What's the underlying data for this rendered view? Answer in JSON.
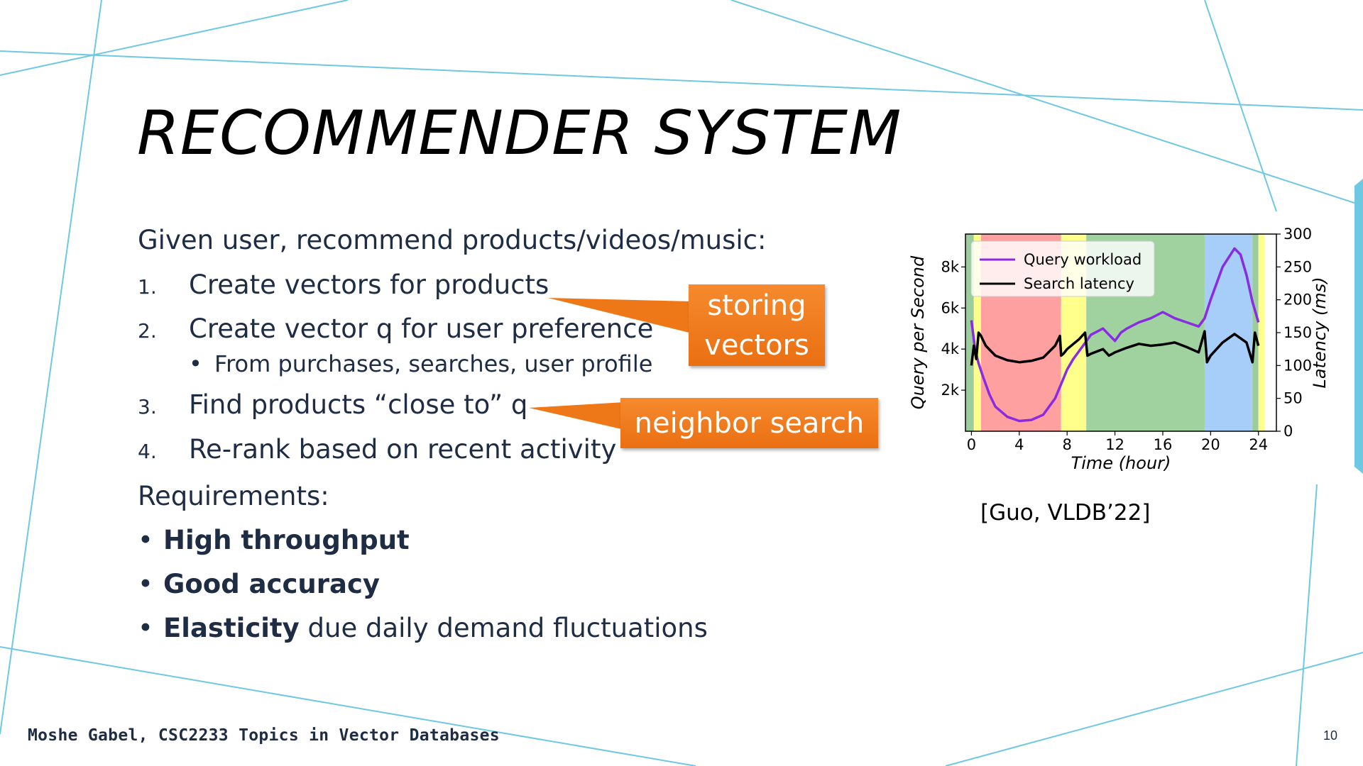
{
  "slide": {
    "title": "RECOMMENDER SYSTEM",
    "intro": "Given user, recommend products/videos/music:",
    "steps": [
      {
        "num": "1.",
        "text": "Create vectors for products"
      },
      {
        "num": "2.",
        "text": "Create vector q for user preference"
      },
      {
        "num": "3.",
        "text": "Find products “close to” q"
      },
      {
        "num": "4.",
        "text": "Re-rank based on recent activity"
      }
    ],
    "sub_bullet": "From purchases, searches, user profile",
    "requirements_heading": "Requirements:",
    "requirements": [
      {
        "bold": "High throughput",
        "rest": ""
      },
      {
        "bold": "Good accuracy",
        "rest": ""
      },
      {
        "bold": "Elasticity",
        "rest": " due daily demand fluctuations"
      }
    ],
    "callouts": {
      "storing_line1": "storing",
      "storing_line2": "vectors",
      "neighbor": "neighbor search"
    },
    "citation": "[Guo, VLDB’22]",
    "footer": "Moshe Gabel, CSC2233 Topics in Vector Databases",
    "page_number": "10",
    "bullet_glyph": "•"
  },
  "chart_data": {
    "type": "line",
    "title": "",
    "xlabel": "Time (hour)",
    "ylabel_left": "Query per Second",
    "ylabel_right": "Latency (ms)",
    "xlim": [
      -0.5,
      25.5
    ],
    "ylim_left": [
      0,
      9600
    ],
    "ylim_right": [
      0,
      300
    ],
    "x_ticks": [
      0,
      4,
      8,
      12,
      16,
      20,
      24
    ],
    "y_left_ticks": [
      2000,
      4000,
      6000,
      8000
    ],
    "y_left_tick_labels": [
      "2k",
      "4k",
      "6k",
      "8k"
    ],
    "y_right_ticks": [
      0,
      50,
      100,
      150,
      200,
      250,
      300
    ],
    "legend_position": "top-left",
    "series": [
      {
        "name": "Query workload",
        "axis": "left",
        "color": "#8a2be2",
        "x": [
          0,
          0.3,
          0.6,
          1,
          1.5,
          2,
          3,
          4,
          5,
          6,
          7,
          7.5,
          8,
          8.5,
          9,
          9.5,
          10,
          11,
          12,
          12.5,
          13,
          14,
          15,
          16,
          17,
          18,
          19,
          19.5,
          20,
          20.5,
          21,
          22,
          22.5,
          23,
          23.5,
          24
        ],
        "values": [
          5400,
          4000,
          3300,
          2600,
          1800,
          1200,
          700,
          500,
          550,
          800,
          1600,
          2300,
          3000,
          3500,
          3900,
          4300,
          4700,
          5000,
          4400,
          4800,
          5000,
          5300,
          5500,
          5800,
          5500,
          5300,
          5100,
          5500,
          6400,
          7200,
          8000,
          8900,
          8600,
          7600,
          6300,
          5300
        ]
      },
      {
        "name": "Search latency",
        "axis": "right",
        "color": "#000000",
        "x": [
          0,
          0.2,
          0.4,
          0.6,
          0.8,
          1.2,
          2,
          3,
          4,
          5,
          6,
          7,
          7.4,
          7.5,
          7.7,
          8,
          9,
          9.5,
          9.7,
          10,
          11,
          11.5,
          12,
          13,
          14,
          15,
          16,
          17,
          18,
          19,
          19.5,
          19.7,
          20,
          21,
          22,
          23,
          23.5,
          23.7,
          24
        ],
        "values": [
          100,
          130,
          110,
          150,
          145,
          130,
          115,
          108,
          105,
          107,
          112,
          130,
          145,
          115,
          118,
          125,
          140,
          150,
          115,
          118,
          125,
          115,
          120,
          127,
          133,
          130,
          132,
          135,
          128,
          120,
          152,
          105,
          115,
          135,
          148,
          135,
          105,
          150,
          130
        ]
      }
    ],
    "background_bands": [
      {
        "start": -0.5,
        "end": 0.2,
        "color": "#9ccc9c"
      },
      {
        "start": 0.2,
        "end": 0.8,
        "color": "#ffff8c"
      },
      {
        "start": 0.8,
        "end": 7.5,
        "color": "#ffa0a0"
      },
      {
        "start": 7.5,
        "end": 9.6,
        "color": "#ffff8c"
      },
      {
        "start": 9.6,
        "end": 19.5,
        "color": "#a0d2a0"
      },
      {
        "start": 19.5,
        "end": 23.5,
        "color": "#a6cef8"
      },
      {
        "start": 23.5,
        "end": 24,
        "color": "#9ccc9c"
      },
      {
        "start": 24,
        "end": 24.5,
        "color": "#ffff8c"
      },
      {
        "start": 24.5,
        "end": 25.5,
        "color": "#ffffff"
      }
    ]
  },
  "decor": {
    "line_color": "#6fc8e2",
    "callout_color": "#ee7718"
  }
}
